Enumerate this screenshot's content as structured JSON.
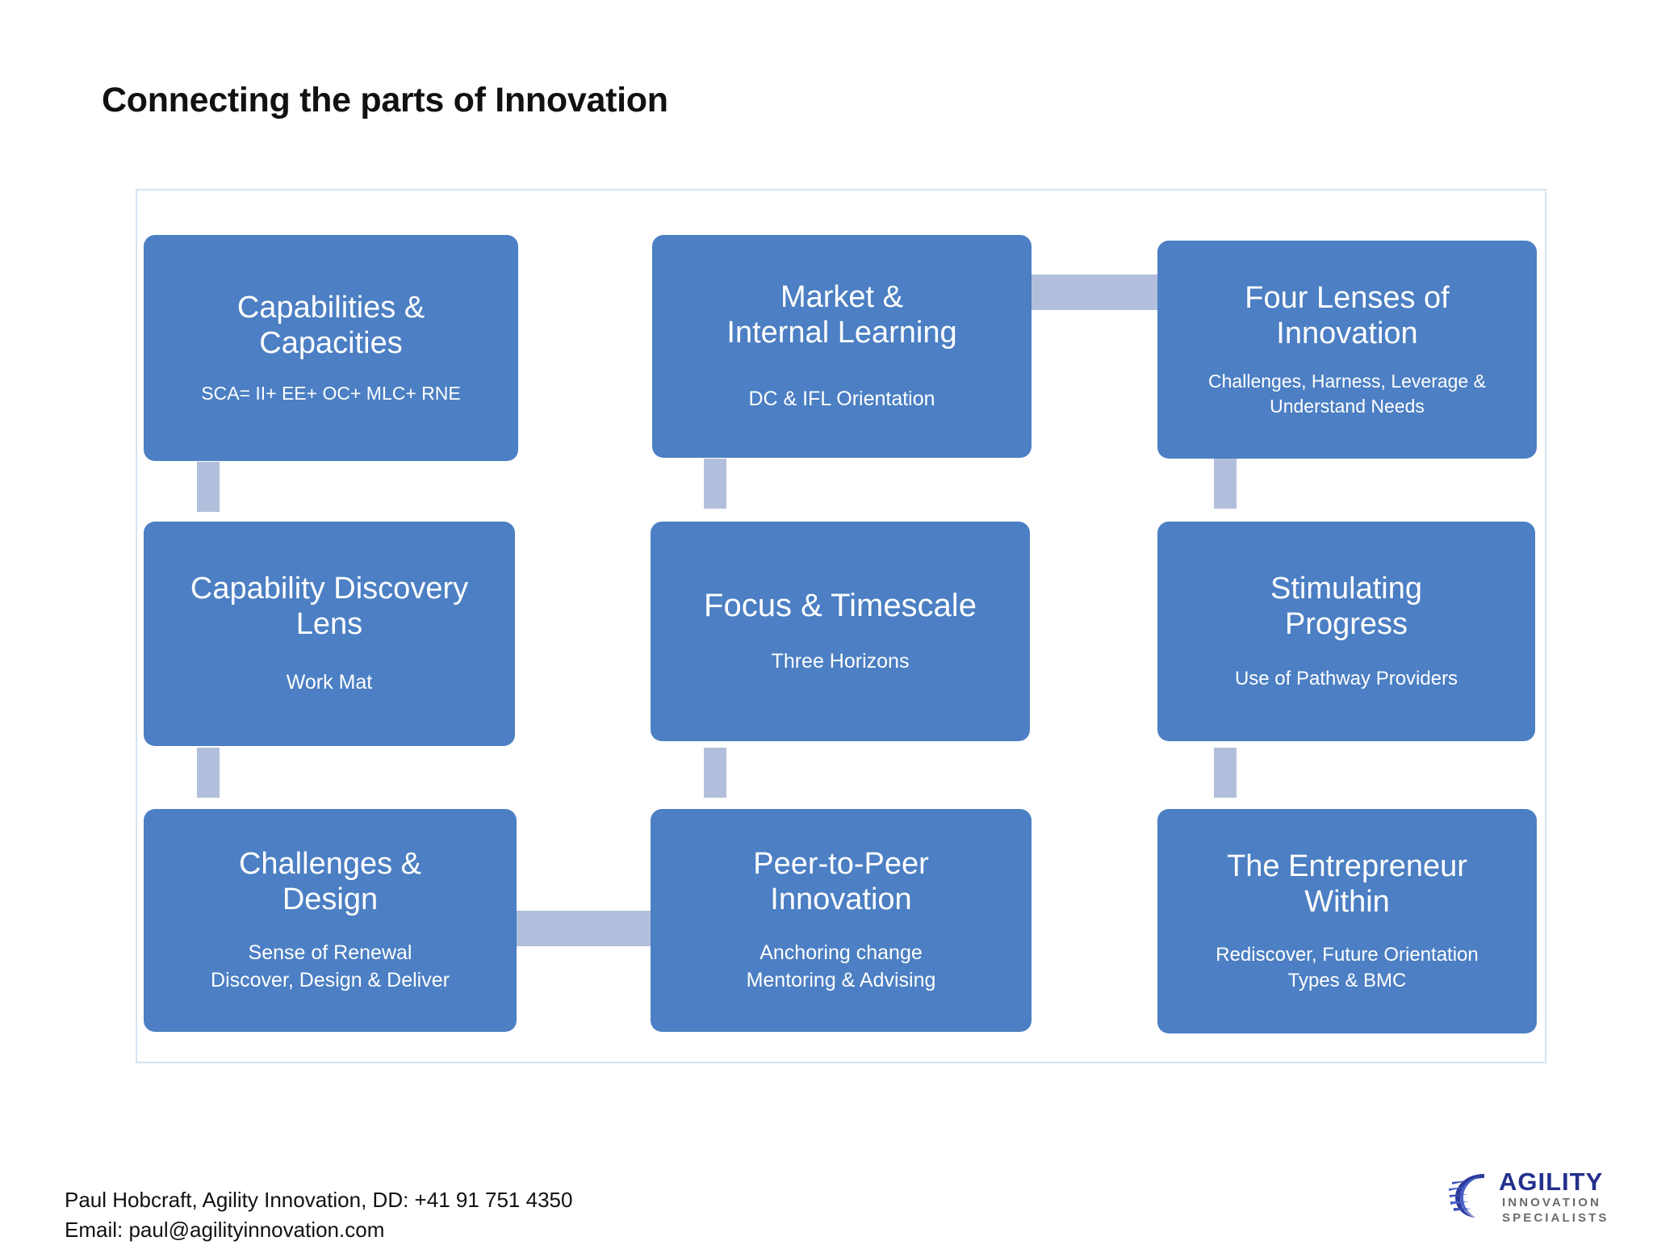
{
  "slide": {
    "title": "Connecting the parts of Innovation",
    "accent_blue": "#4c7fc3",
    "connector_blue": "#b2bfdc",
    "frame_border": "#d6e4f0"
  },
  "nodes": [
    {
      "id": "capabilities",
      "title": "Capabilities &\nCapacities",
      "subtitle": "SCA= II+ EE+ OC+ MLC+ RNE"
    },
    {
      "id": "market",
      "title": "Market  &\nInternal Learning",
      "subtitle": "DC & IFL Orientation"
    },
    {
      "id": "four-lenses",
      "title": "Four Lenses of\nInnovation",
      "subtitle": "Challenges, Harness, Leverage &\nUnderstand Needs"
    },
    {
      "id": "capability-discovery-lens",
      "title": "Capability Discovery\nLens",
      "subtitle": "Work Mat"
    },
    {
      "id": "focus-timescale",
      "title": "Focus & Timescale",
      "subtitle": "Three Horizons"
    },
    {
      "id": "stimulating-progress",
      "title": "Stimulating\nProgress",
      "subtitle": "Use of Pathway Providers"
    },
    {
      "id": "challenges-design",
      "title": "Challenges &\nDesign",
      "subtitle": "Sense of Renewal\nDiscover, Design & Deliver"
    },
    {
      "id": "peer-to-peer-innovation",
      "title": "Peer-to-Peer\nInnovation",
      "subtitle": "Anchoring change\nMentoring & Advising"
    },
    {
      "id": "the-entrepreneur-within",
      "title": "The Entrepreneur\nWithin",
      "subtitle": "Rediscover, Future Orientation\nTypes & BMC"
    }
  ],
  "footer": {
    "contact": "Paul Hobcraft, Agility Innovation,  DD: +41 91 751 4350\nEmail: paul@agilityinnovation.com"
  },
  "logo": {
    "primary": "AGILITY",
    "line2": "INNOVATION",
    "line3": "SPECIALISTS",
    "primary_color": "#23308c",
    "secondary_color": "#6b6b6b"
  }
}
